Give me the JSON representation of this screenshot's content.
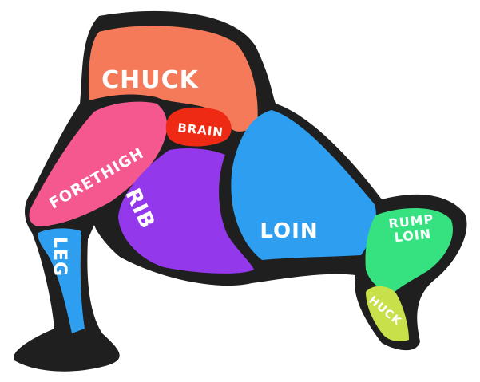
{
  "colors": {
    "outline": "#1f1f1f",
    "chuck": "#f57a5a",
    "brain": "#ee2a15",
    "forethigh": "#f4588e",
    "rib": "#9438ec",
    "loin": "#2e9ff0",
    "rump_loin": "#35e27f",
    "huck": "#c8e04a",
    "leg": "#2e9ff0",
    "label": "#ffffff"
  },
  "cuts": {
    "chuck": "CHUCK",
    "brain": "BRAIN",
    "forethigh": "FORETHIGH",
    "rib": "RIB",
    "loin": "LOIN",
    "rump_loin_line1": "RUMP",
    "rump_loin_line2": "LOIN",
    "huck": "HUCK",
    "leg": "LEG"
  }
}
